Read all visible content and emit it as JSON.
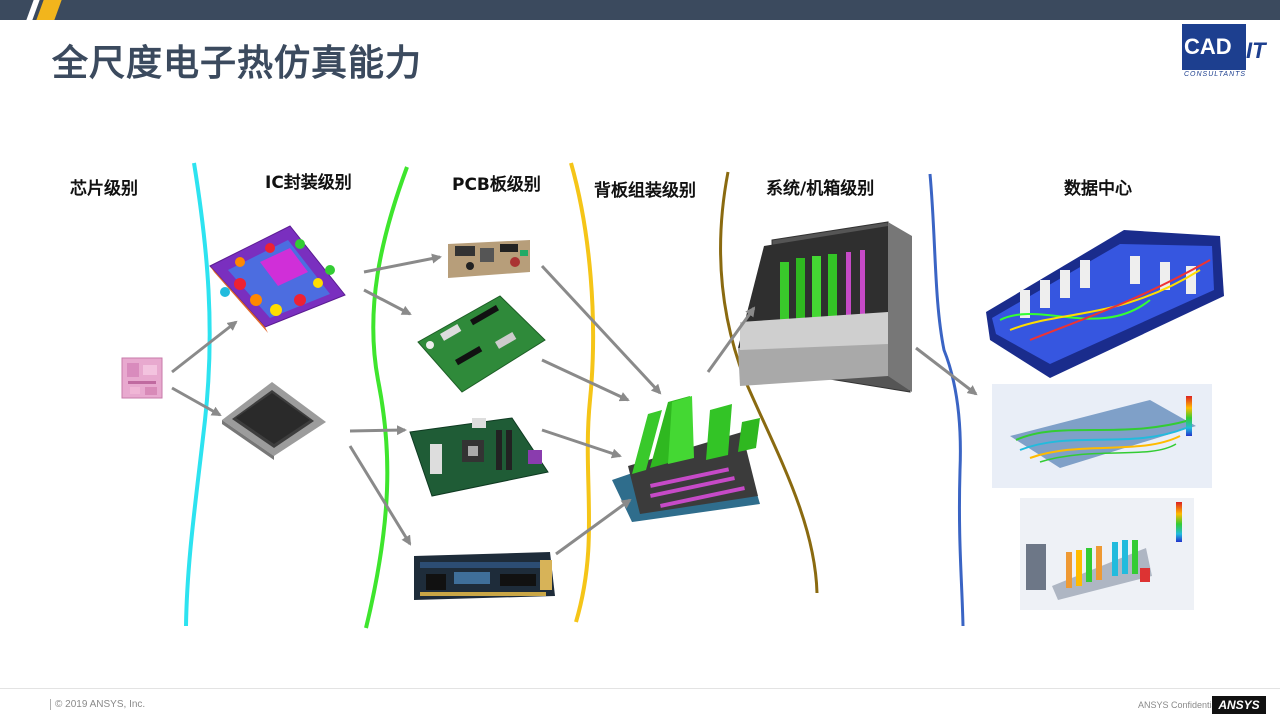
{
  "title": "全尺度电子热仿真能力",
  "logo": {
    "brand": "CAD",
    "brand_suffix": "IT",
    "tagline": "CONSULTANTS"
  },
  "levels": [
    {
      "label": "芯片级别"
    },
    {
      "label": "IC封装级别"
    },
    {
      "label": "PCB板级别"
    },
    {
      "label": "背板组装级别"
    },
    {
      "label": "系统/机箱级别"
    },
    {
      "label": "数据中心"
    }
  ],
  "divider_colors": [
    "#2de3f0",
    "#3ee52d",
    "#f5c518",
    "#8a6a10",
    "#3a64c4"
  ],
  "footer": {
    "copyright": "© 2019 ANSYS, Inc.",
    "confidential": "ANSYS Confidential",
    "brand": "ANSYS"
  }
}
